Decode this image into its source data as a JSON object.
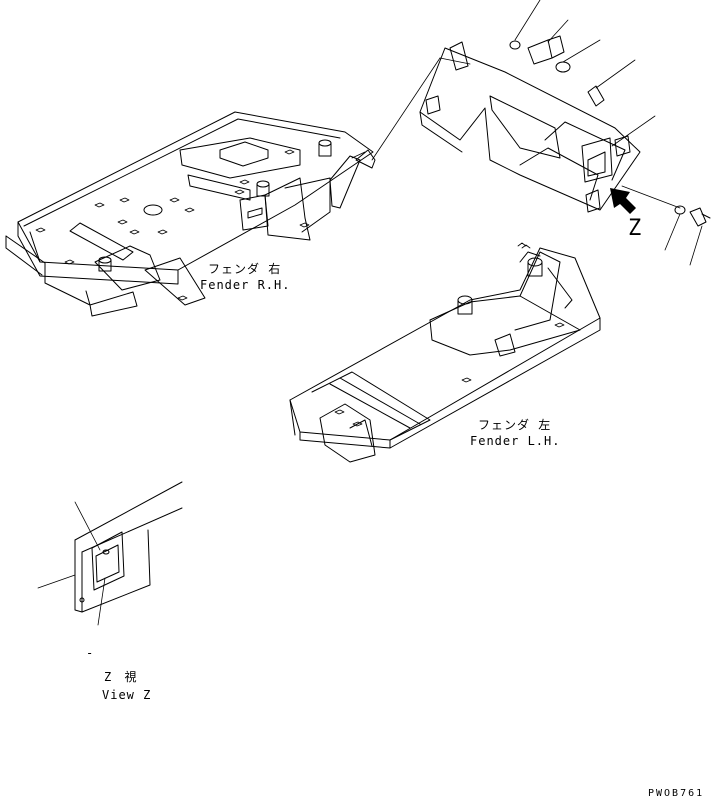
{
  "labels": {
    "fender_rh_jp": "フェンダ 右",
    "fender_rh_en": "Fender R.H.",
    "fender_lh_jp": "フェンダ 左",
    "fender_lh_en": "Fender L.H.",
    "view_marker": "Z",
    "view_z_jp": "Z 視",
    "view_z_en": "View Z",
    "view_z_dash": "-",
    "part_code": "PWOB761"
  },
  "icons": {
    "view_arrow": "view-direction-arrow-icon"
  }
}
